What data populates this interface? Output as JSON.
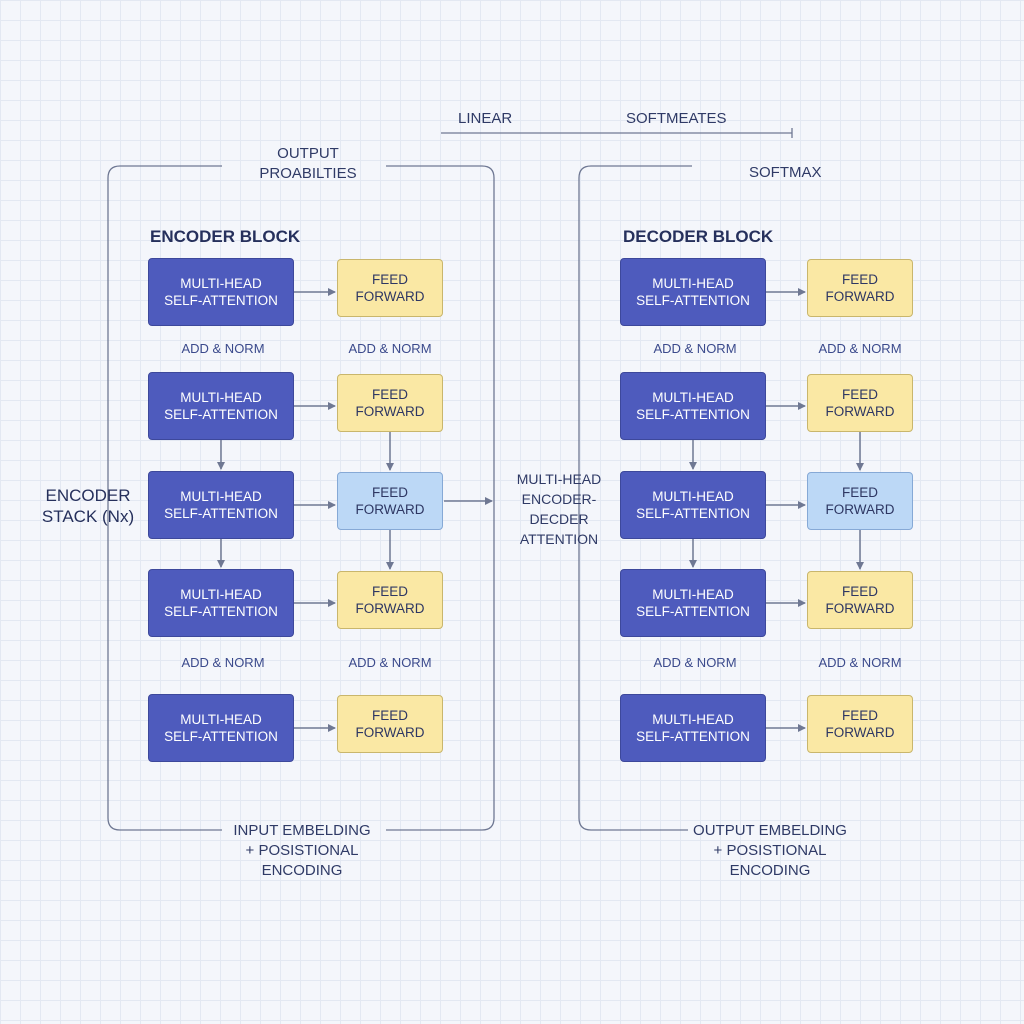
{
  "top": {
    "linear": "LINEAR",
    "softmeates": "SOFTMEATES"
  },
  "encoder": {
    "top_label": "OUTPUT\nPROABILTIES",
    "title": "ENCODER BLOCK",
    "stack_label": "ENCODER\nSTACK (Nx)",
    "bottom_label": "INPUT EMBELDING\n+ POSISTIONAL\nENCODING",
    "mha": [
      "MULTI-HEAD\nSELF-ATTENTION",
      "MULTI-HEAD\nSELF-ATTENTION",
      "MULTI-HEAD\nSELF-ATTENTION",
      "MULTI-HEAD\nSELF-ATTENTION",
      "MULTI-HEAD\nSELF-ATTENTION"
    ],
    "ff": [
      "FEED\nFORWARD",
      "FEED\nFORWARD",
      "FEED\nFORWARD",
      "FEED\nFORWARD",
      "FEED\nFORWARD"
    ],
    "norm_top": [
      "ADD & NORM",
      "ADD & NORM"
    ],
    "norm_bottom": [
      "ADD & NORM",
      "ADD & NORM"
    ]
  },
  "middle": {
    "label": "MULTI-HEAD\nENCODER-DECDER\nATTENTION"
  },
  "decoder": {
    "top_label": "SOFTMAX",
    "title": "DECODER BLOCK",
    "bottom_label": "OUTPUT EMBELDING\n+ POSISTIONAL\nENCODING",
    "mha": [
      "MULTI-HEAD\nSELF-ATTENTION",
      "MULTI-HEAD\nSELF-ATTENTION",
      "MULTI-HEAD\nSELF-ATTENTION",
      "MULTI-HEAD\nSELF-ATTENTION",
      "MULTI-HEAD\nSELF-ATTENTION"
    ],
    "ff": [
      "FEED\nFORWARD",
      "FEED\nFORWARD",
      "FEED\nFORWARD",
      "FEED\nFORWARD",
      "FEED\nFORWARD"
    ],
    "norm_top": [
      "ADD & NORM",
      "ADD & NORM"
    ],
    "norm_bottom": [
      "ADD & NORM",
      "ADD & NORM"
    ]
  },
  "colors": {
    "mha": "#4e5bbd",
    "ff": "#fae8a4",
    "ff_highlight": "#bcd8f6",
    "line": "#6f7893"
  }
}
